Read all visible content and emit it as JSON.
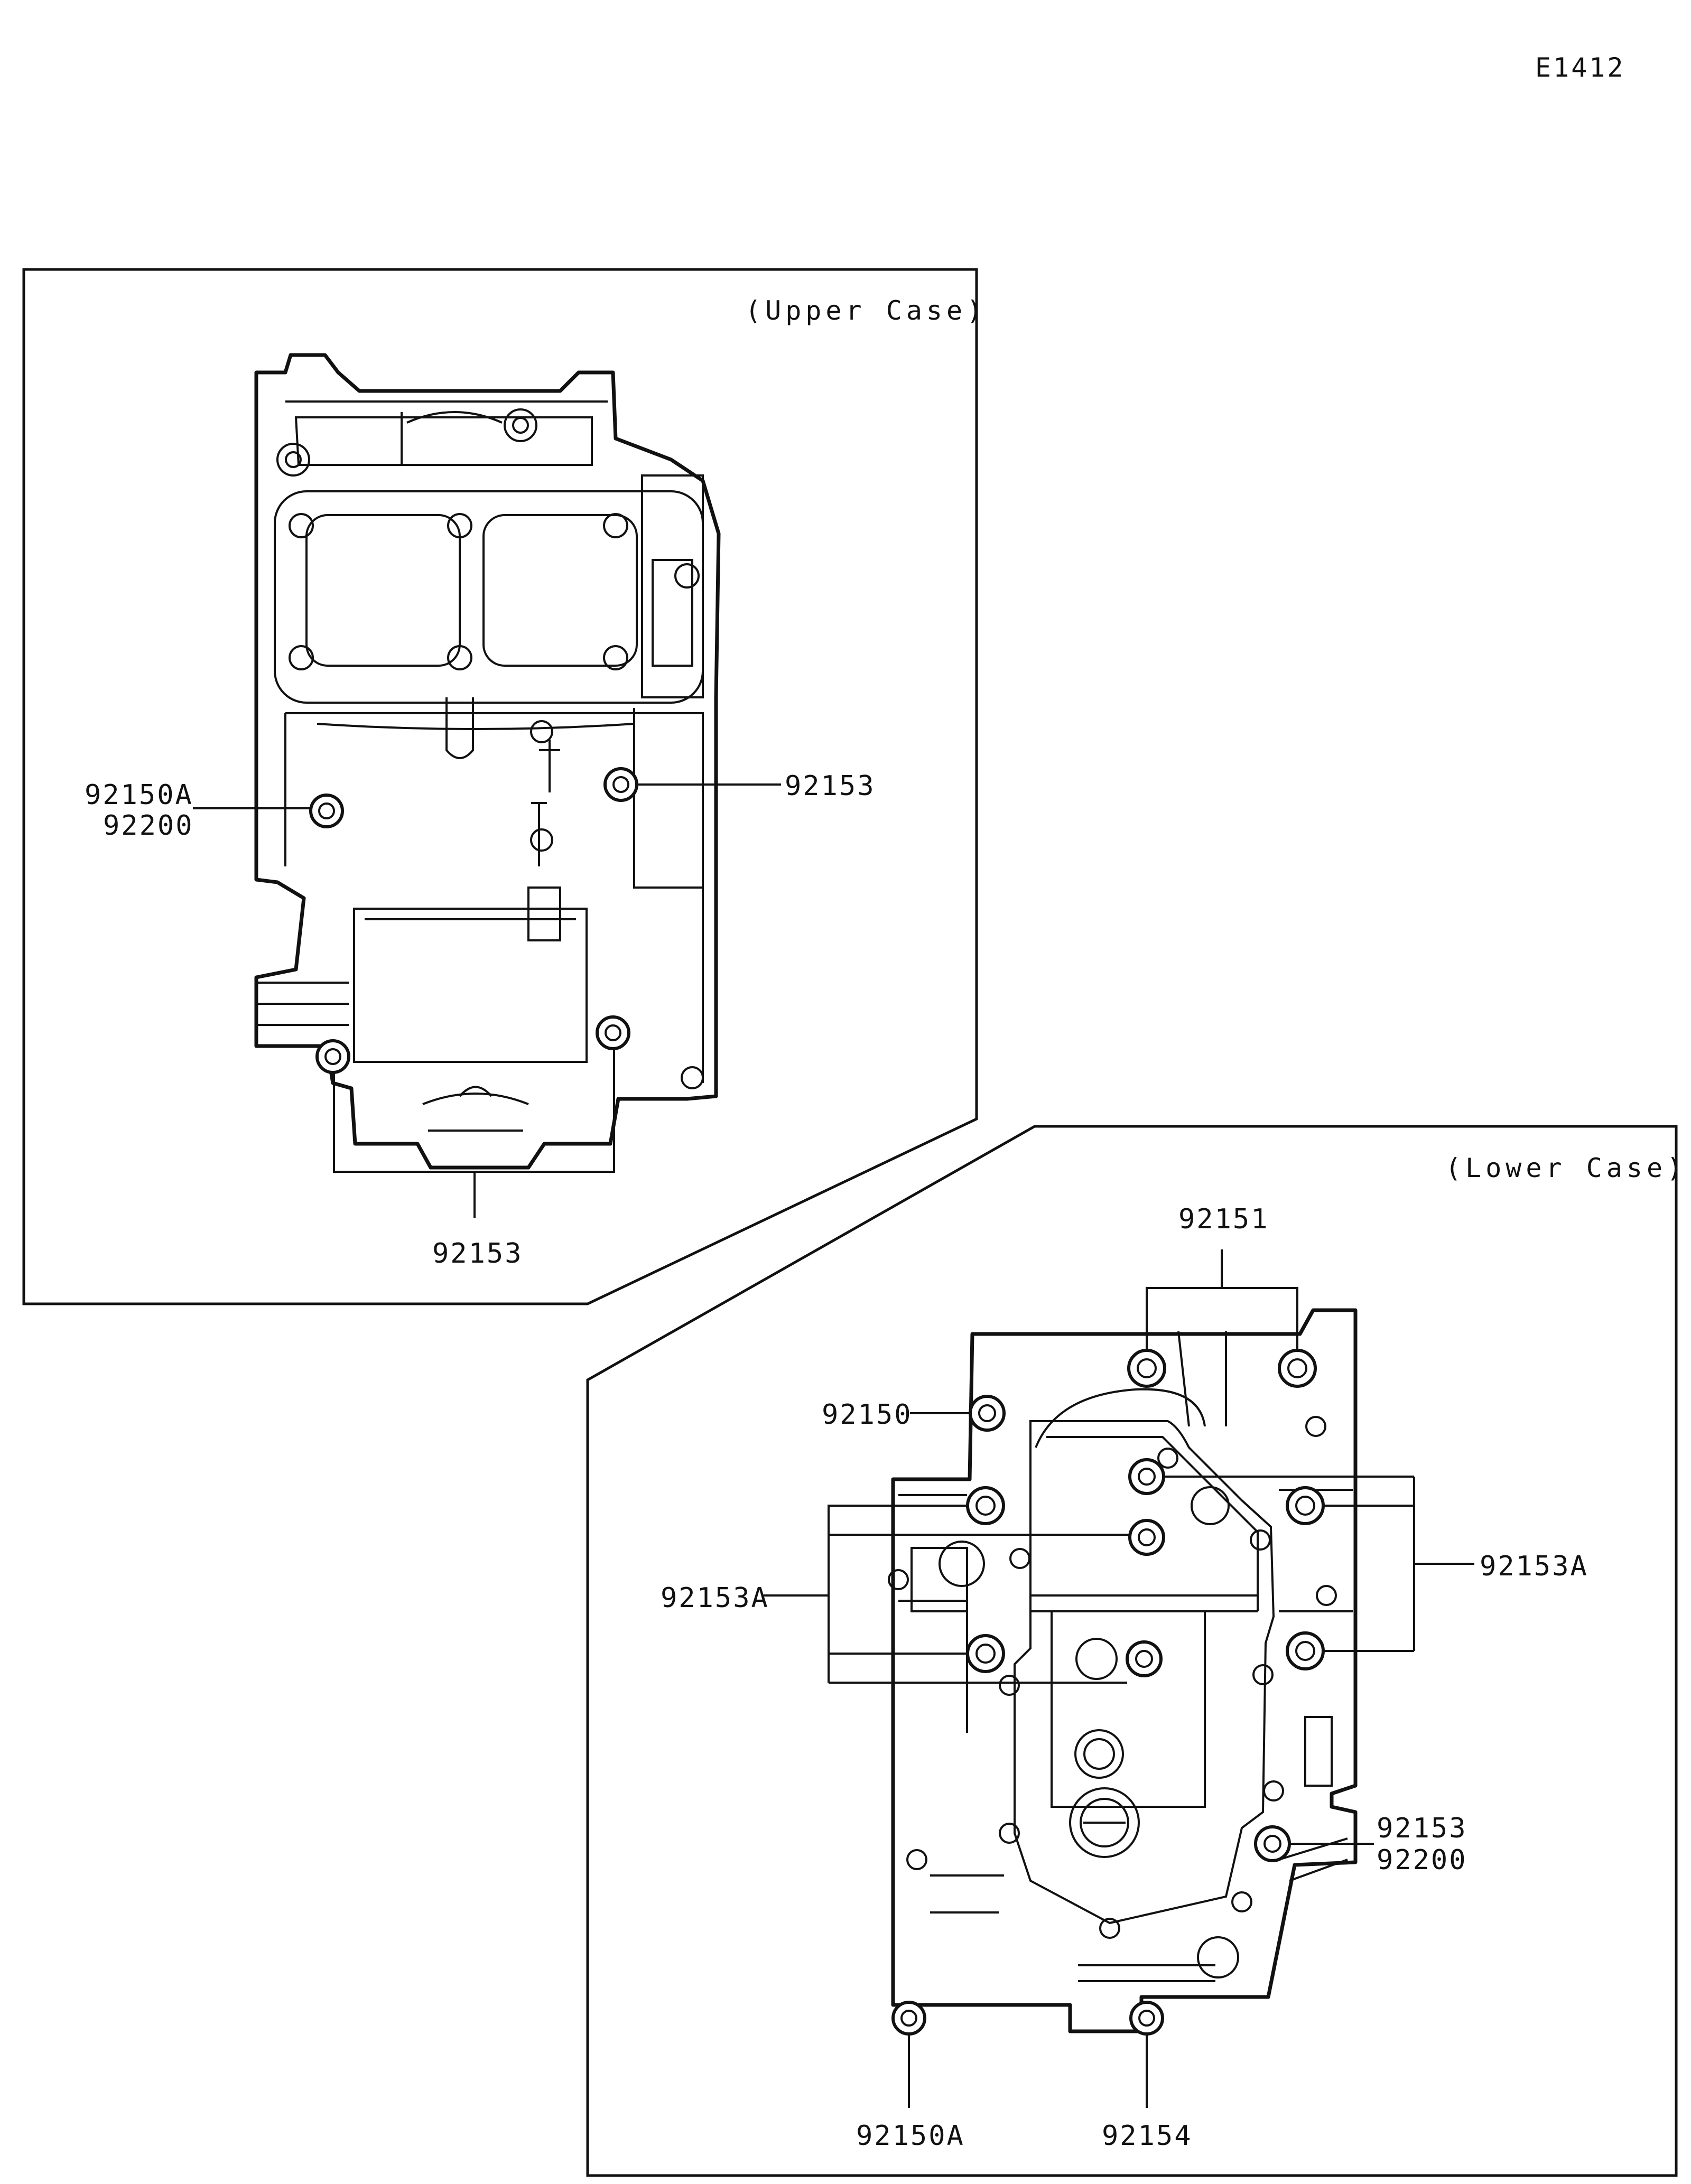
{
  "diagram_code": "E1412",
  "upper_case": {
    "title": "(Upper Case)",
    "labels": {
      "bolt_left_a": "92150A",
      "bolt_left_b": "92200",
      "bolt_right": "92153",
      "bolt_bottom": "92153"
    }
  },
  "lower_case": {
    "title": "(Lower Case)",
    "labels": {
      "top": "92151",
      "top_left": "92150",
      "left": "92153A",
      "right": "92153A",
      "side_a": "92153",
      "side_b": "92200",
      "bottom_left": "92150A",
      "bottom_center": "92154"
    }
  }
}
